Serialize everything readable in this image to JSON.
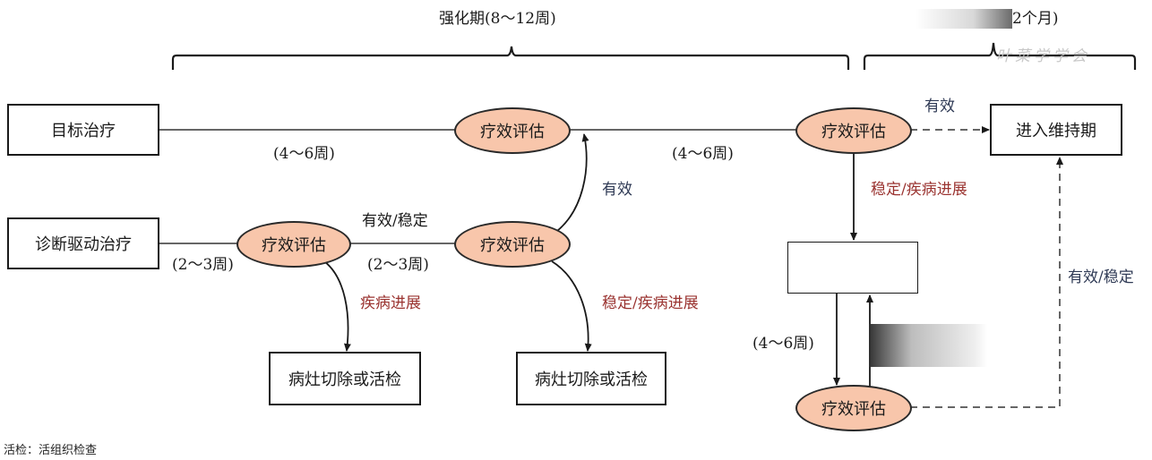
{
  "phases": {
    "intensive": "强化期(8～12周)",
    "maintenance_partial": "2个月)"
  },
  "watermark": "叶菜学学会",
  "nodes": {
    "targeted_therapy": "目标治疗",
    "diagnostic_driven_therapy": "诊断驱动治疗",
    "assess_label": "疗效评估",
    "enter_maintenance": "进入维持期",
    "lesion_resection_1": "病灶切除或活检",
    "lesion_resection_2": "病灶切除或活检",
    "blank_box": ""
  },
  "edge_labels": {
    "top_duration_1": "(4～6周)",
    "top_duration_2": "(4～6周)",
    "effective_top": "有效",
    "effective_mid": "有效",
    "stable_progress_right": "稳定/疾病进展",
    "effective_stable_left": "有效/稳定",
    "duration_2_3_a": "(2～3周)",
    "duration_2_3_b": "(2～3周)",
    "progress_only": "疾病进展",
    "stable_progress_mid": "稳定/疾病进展",
    "duration_4_6_loop": "(4～6周)",
    "effective_stable_right": "有效/稳定"
  },
  "footnote": "活检：活组织检查",
  "colors": {
    "ellipse_fill": "#f8c6ab",
    "label_dark": "#2f3a55",
    "label_red": "#9a3330"
  }
}
